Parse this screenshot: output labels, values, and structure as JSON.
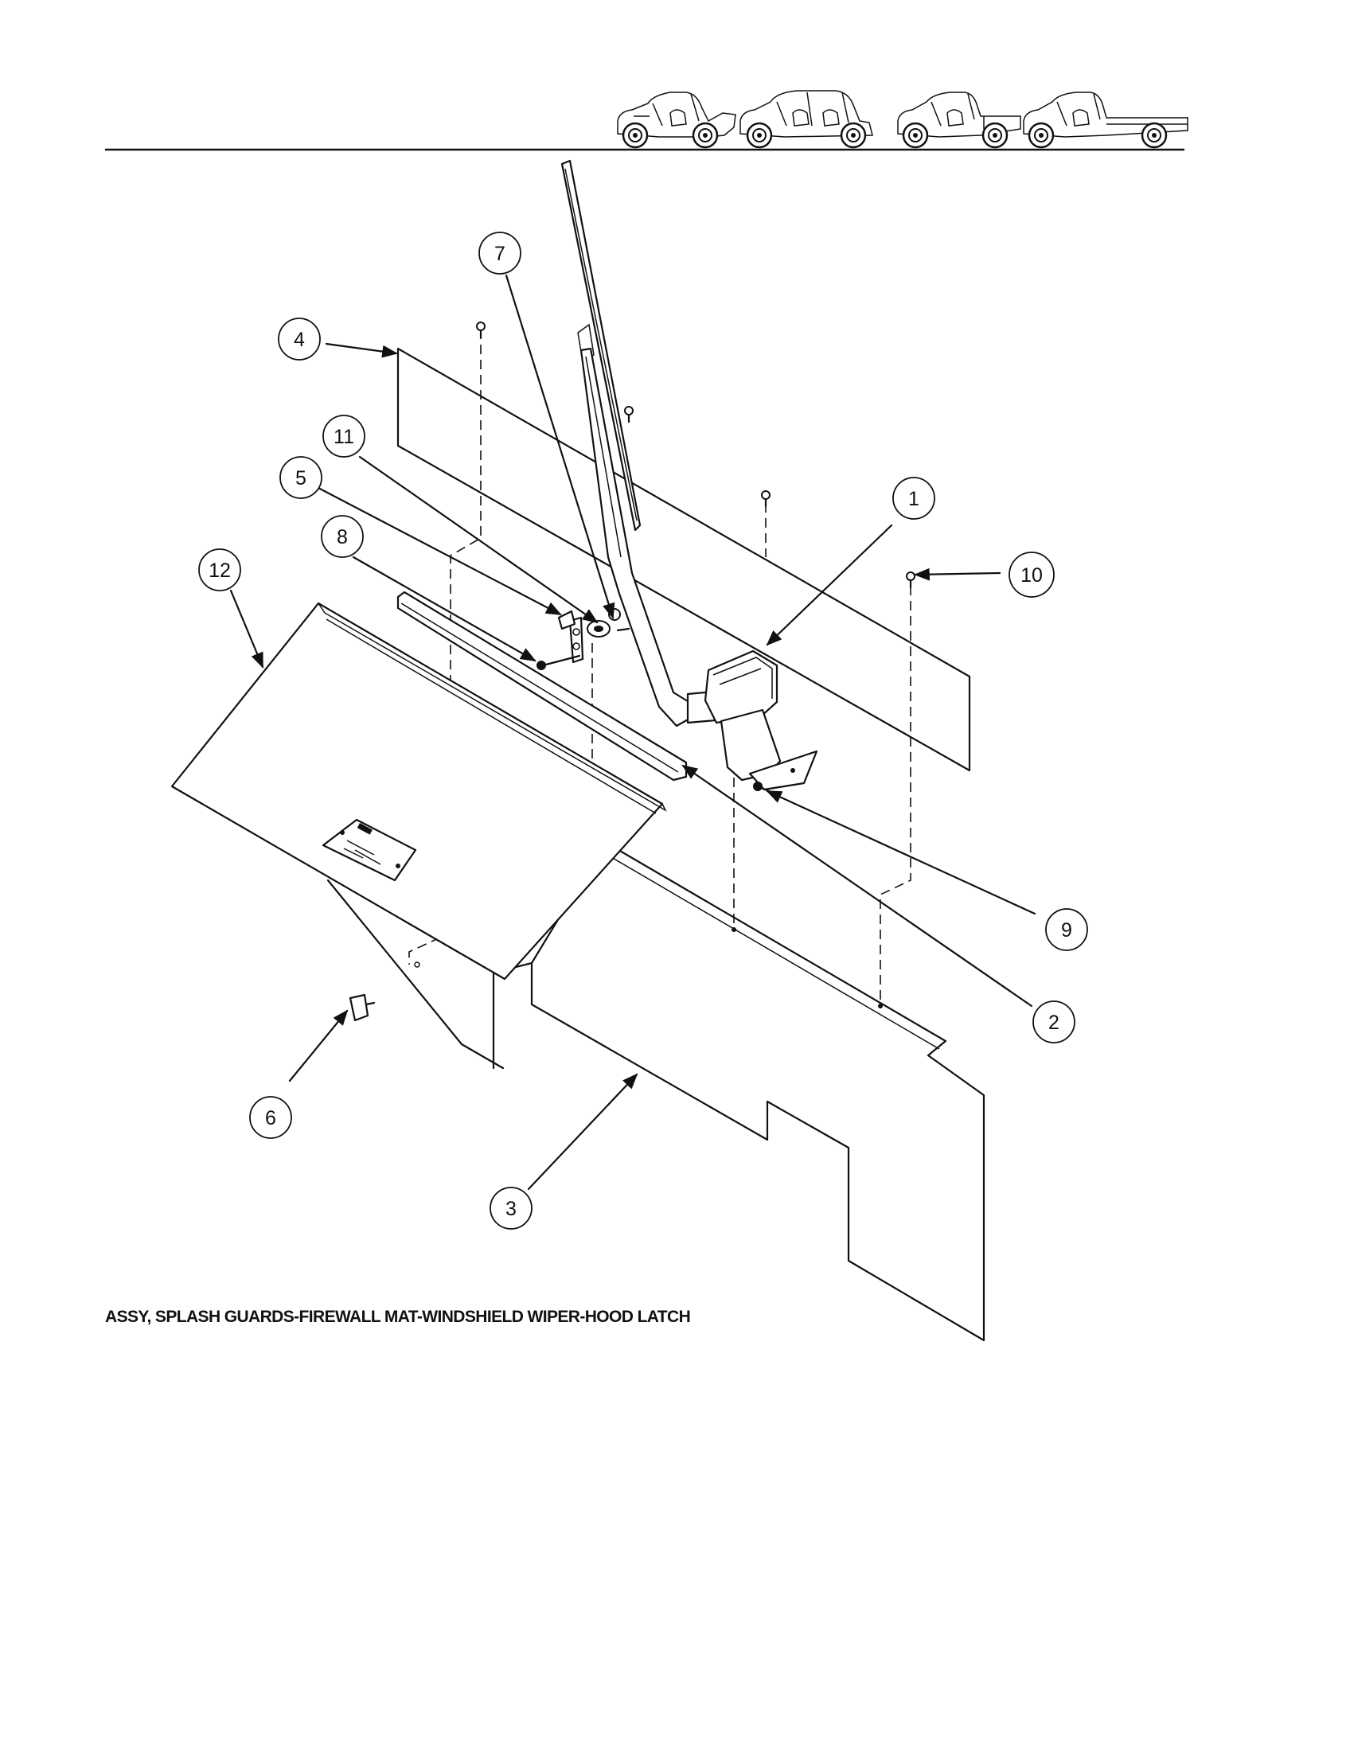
{
  "caption": "ASSY, SPLASH GUARDS-FIREWALL MAT-WINDSHIELD WIPER-HOOD LATCH",
  "vehicles": [
    {
      "icon": "two-seat-cart-icon"
    },
    {
      "icon": "four-seat-cart-icon"
    },
    {
      "icon": "short-bed-cart-icon"
    },
    {
      "icon": "flatbed-cart-icon"
    }
  ],
  "callouts": [
    {
      "id": "callout-1",
      "label": "1"
    },
    {
      "id": "callout-2",
      "label": "2"
    },
    {
      "id": "callout-3",
      "label": "3"
    },
    {
      "id": "callout-4",
      "label": "4"
    },
    {
      "id": "callout-5",
      "label": "5"
    },
    {
      "id": "callout-6",
      "label": "6"
    },
    {
      "id": "callout-7",
      "label": "7"
    },
    {
      "id": "callout-8",
      "label": "8"
    },
    {
      "id": "callout-9",
      "label": "9"
    },
    {
      "id": "callout-10",
      "label": "10"
    },
    {
      "id": "callout-11",
      "label": "11"
    },
    {
      "id": "callout-12",
      "label": "12"
    }
  ]
}
